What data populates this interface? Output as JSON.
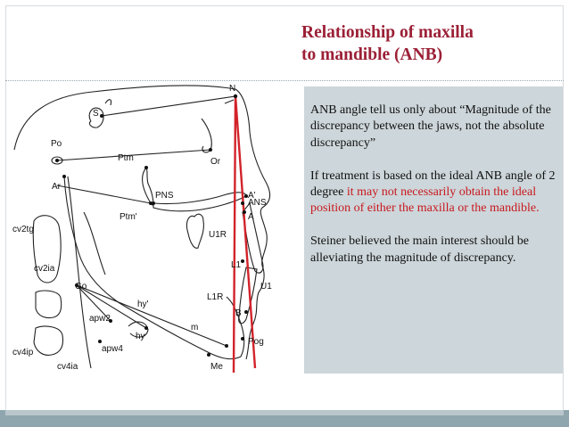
{
  "slide": {
    "title_line1": "Relationship of maxilla",
    "title_line2": "to mandible (ANB)",
    "paragraph1": "ANB angle tell us only about “Magnitude of the discrepancy between the jaws, not the absolute discrepancy”",
    "paragraph2_lead": "If treatment is based on the ideal ANB angle  of 2 degree ",
    "paragraph2_highlight": "it may not necessarily obtain  the ideal position of either the maxilla or the mandible.",
    "paragraph3": "Steiner believed the main interest should be alleviating the magnitude of discrepancy."
  },
  "colors": {
    "title": "#9b2036",
    "highlight": "#c8191f",
    "panel": "#cdd6da",
    "bottom_bar": "#8fa6ae",
    "diagram_line": "#d2232a"
  },
  "diagram": {
    "landmarks": {
      "n": "N",
      "s": "S",
      "po": "Po",
      "or": "Or",
      "ptm": "Ptm",
      "ptm_prime": "Ptm'",
      "ar": "Ar",
      "pns": "PNS",
      "a_prime": "A'",
      "ans": "ANS",
      "a": "A",
      "u1r": "U1R",
      "l1": "L1",
      "u1": "U1",
      "l1r": "L1R",
      "b": "B",
      "pog": "Pog",
      "go": "Go",
      "hy_prime": "hy'",
      "hy": "hy",
      "m": "m",
      "me": "Me",
      "apw2": "apw2",
      "apw4": "apw4",
      "cv2tg": "cv2tg",
      "cv2ia": "cv2ia",
      "cv4ip": "cv4ip",
      "cv4ia": "cv4ia"
    }
  }
}
